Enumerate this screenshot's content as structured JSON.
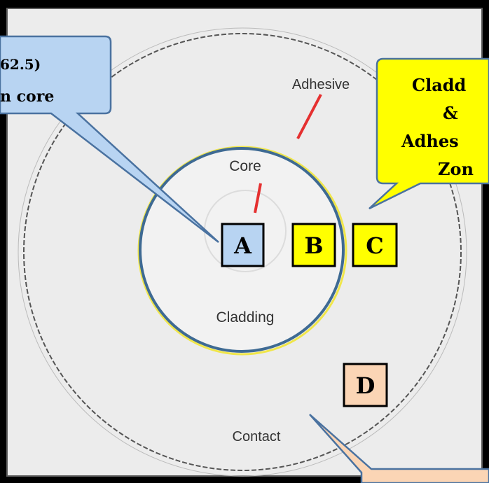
{
  "diagram": {
    "labels": {
      "adhesive": "Adhesive",
      "core": "Core",
      "cladding": "Cladding",
      "contact": "Contact"
    },
    "markers": [
      {
        "id": "a",
        "letter": "A",
        "fill": "#b8d4f2"
      },
      {
        "id": "b",
        "letter": "B",
        "fill": "#ffff00"
      },
      {
        "id": "c",
        "letter": "C",
        "fill": "#ffff00"
      },
      {
        "id": "d",
        "letter": "D",
        "fill": "#fbd5b5"
      }
    ],
    "callouts": {
      "core_line1": "62.5)",
      "core_line2": "n core",
      "cladding_line1": "Cladd",
      "cladding_line2": "&",
      "cladding_line3": "Adhes",
      "cladding_line4": "Zon"
    },
    "colors": {
      "frame": "#000000",
      "panel": "#ececec",
      "ring_blue": "#3e6a93",
      "arrow_red": "#e53030",
      "callout_blue": "#b8d4f2",
      "callout_yellow": "#ffff00",
      "callout_peach": "#fbd5b5",
      "callout_border": "#4a72a0"
    }
  }
}
